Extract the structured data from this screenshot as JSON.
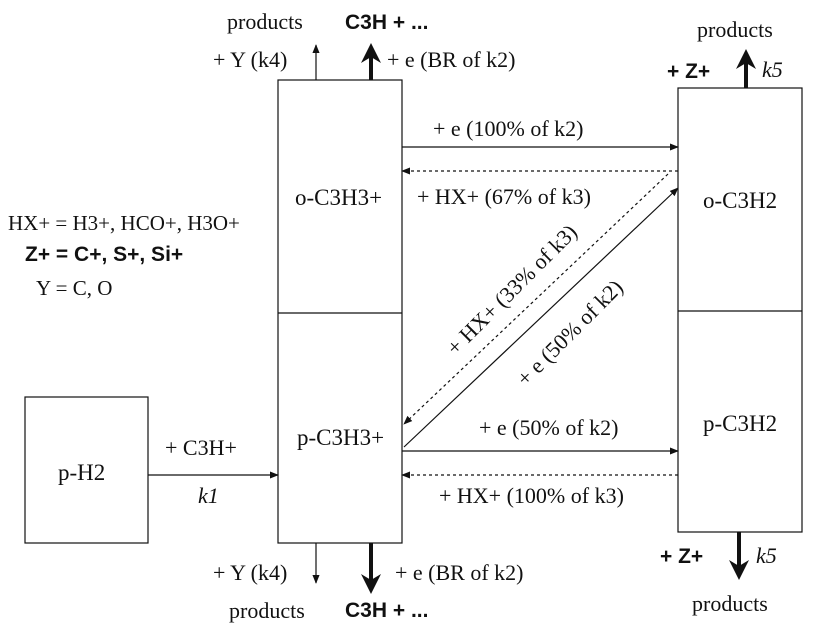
{
  "nodes": {
    "p_h2": "p-H2",
    "o_c3h3": "o-C3H3+",
    "p_c3h3": "p-C3H3+",
    "o_c3h2": "o-C3H2",
    "p_c3h2": "p-C3H2"
  },
  "legend": {
    "hx": "HX+ = H3+, HCO+, H3O+",
    "z": "Z+ = C+, S+, Si+",
    "y": "Y = C, O"
  },
  "labels": {
    "products_top_left": "products",
    "c3h_top": "C3H + ...",
    "y_k4_top": "+ Y (k4)",
    "e_br_top": "+ e (BR of k2)",
    "products_top_right": "products",
    "z_k5_top_z": "+ Z+",
    "z_k5_top_k": "k5",
    "e_100": "+ e (100% of k2)",
    "hx_67": "+ HX+ (67% of k3)",
    "hx_33": "+ HX+ (33% of k3)",
    "e_50_diag": "+ e (50% of k2)",
    "c3h_plus": "+ C3H+",
    "k1": "k1",
    "e_50_horiz": "+ e (50% of k2)",
    "hx_100": "+ HX+ (100% of k3)",
    "y_k4_bottom": "+ Y (k4)",
    "e_br_bottom": "+ e (BR of k2)",
    "products_bottom_left": "products",
    "c3h_bottom": "C3H + ...",
    "z_k5_bottom_z": "+ Z+",
    "z_k5_bottom_k": "k5",
    "products_bottom_right": "products"
  }
}
